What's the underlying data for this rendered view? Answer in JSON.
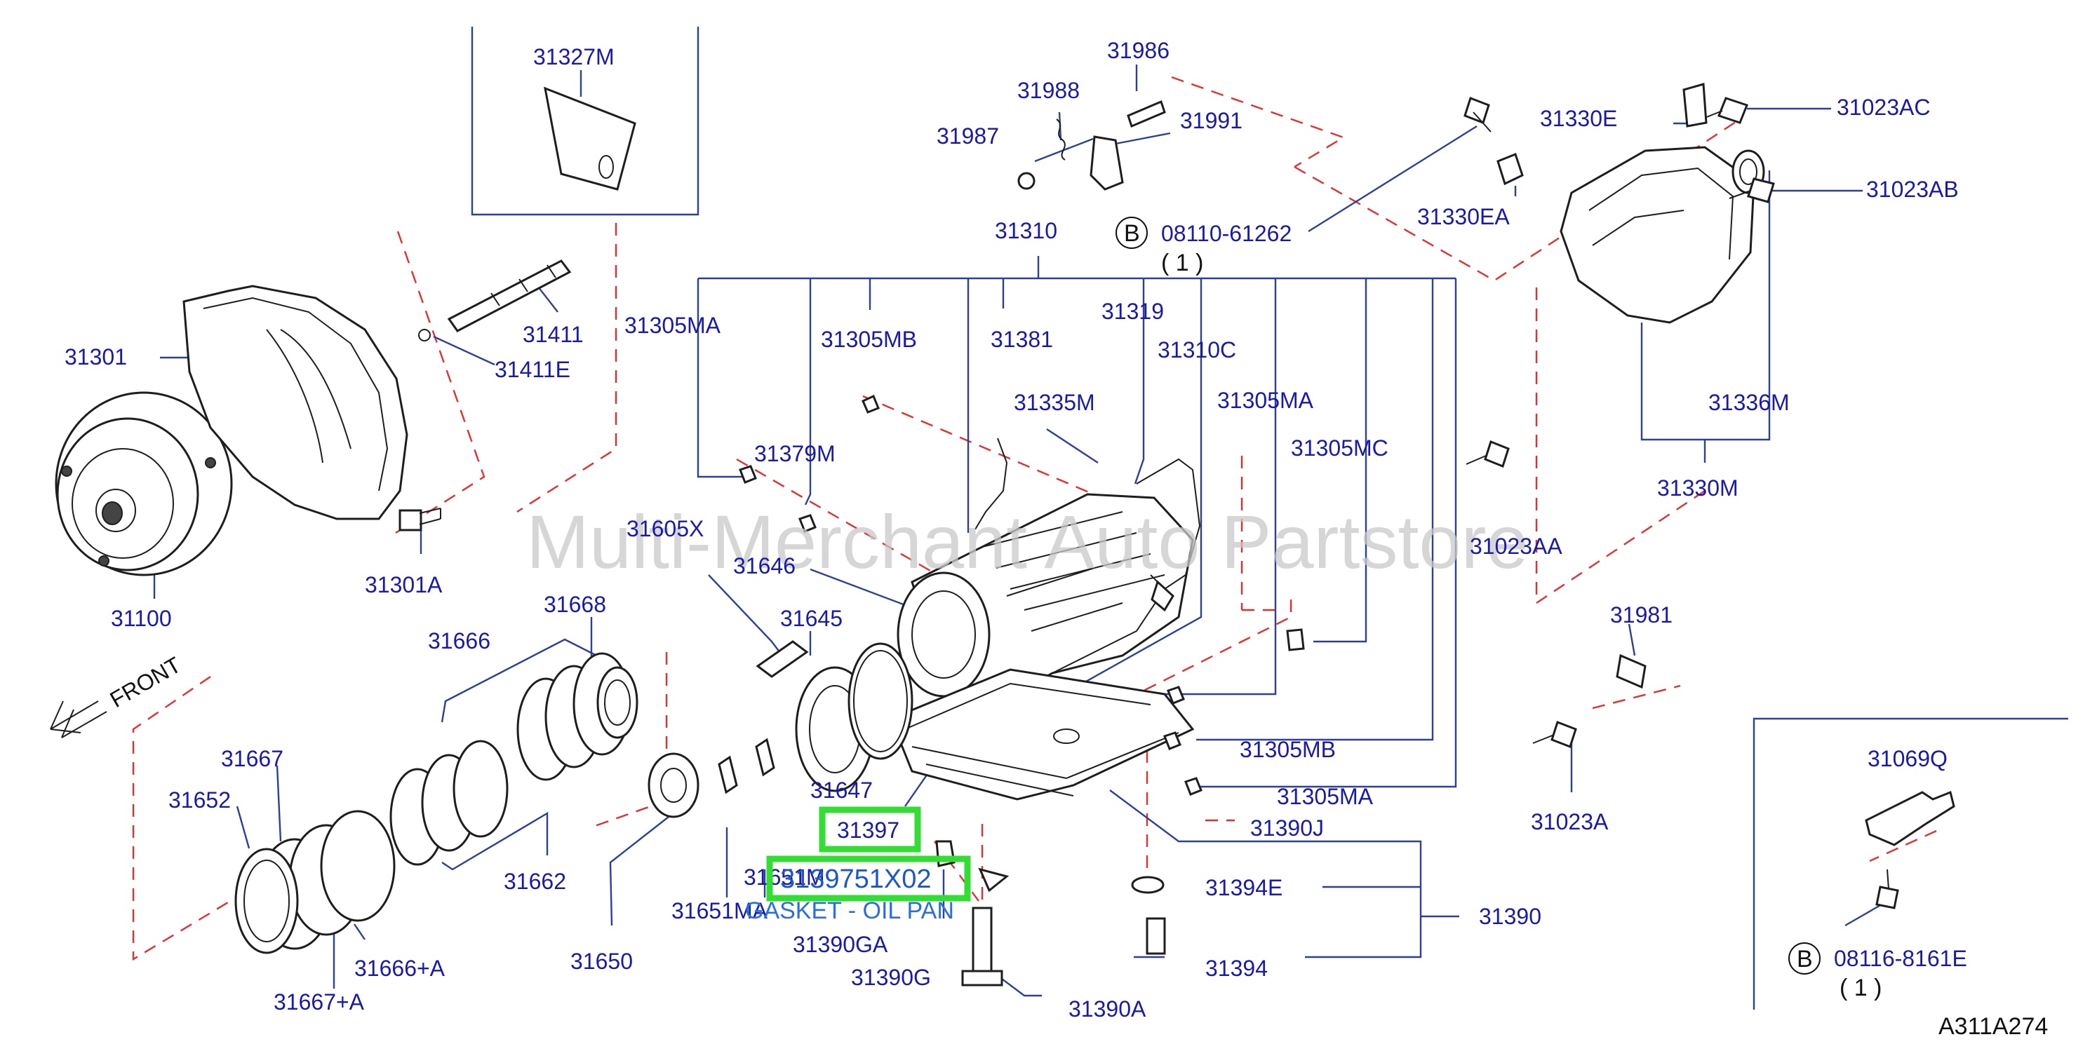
{
  "watermark": "Multi-Merchant Auto Partstore",
  "diagram_code": "A311A274",
  "front_label": "FRONT",
  "highlight": {
    "part_number": "31397",
    "replacement_number": "3139751X02",
    "description": "GASKET - OIL PAN",
    "overlapped_text": "31651M"
  },
  "bolt_callouts": [
    {
      "letter": "B",
      "number": "08110-61262",
      "qty": "( 1 )"
    },
    {
      "letter": "B",
      "number": "08116-8161E",
      "qty": "( 1 )"
    }
  ],
  "labels": {
    "l31327M": "31327M",
    "l31986": "31986",
    "l31988": "31988",
    "l31991": "31991",
    "l31987": "31987",
    "l31330E": "31330E",
    "l31023AC": "31023AC",
    "l31023AB": "31023AB",
    "l31330EA": "31330EA",
    "l31310": "31310",
    "l31411": "31411",
    "l31411E": "31411E",
    "l31301": "31301",
    "l31305MA_a": "31305MA",
    "l31305MB_a": "31305MB",
    "l31381": "31381",
    "l31319": "31319",
    "l31310C": "31310C",
    "l31335M": "31335M",
    "l31305MA_b": "31305MA",
    "l31336M": "31336M",
    "l31305MC": "31305MC",
    "l31379M": "31379M",
    "l31330M": "31330M",
    "l31605X": "31605X",
    "l31023AA": "31023AA",
    "l31646": "31646",
    "l31301A": "31301A",
    "l31668": "31668",
    "l31100": "31100",
    "l31645": "31645",
    "l31666": "31666",
    "l31981": "31981",
    "l31305MB_b": "31305MB",
    "l31667": "31667",
    "l31647": "31647",
    "l31305MA_c": "31305MA",
    "l31652": "31652",
    "l31390J": "31390J",
    "l31023A": "31023A",
    "l31069Q": "31069Q",
    "l31662": "31662",
    "l31394E": "31394E",
    "l31651MA": "31651MA",
    "l31390": "31390",
    "l31390GA": "31390GA",
    "l31650": "31650",
    "l31666A": "31666+A",
    "l31394": "31394",
    "l31390G": "31390G",
    "l31667A": "31667+A",
    "l31390A": "31390A"
  }
}
